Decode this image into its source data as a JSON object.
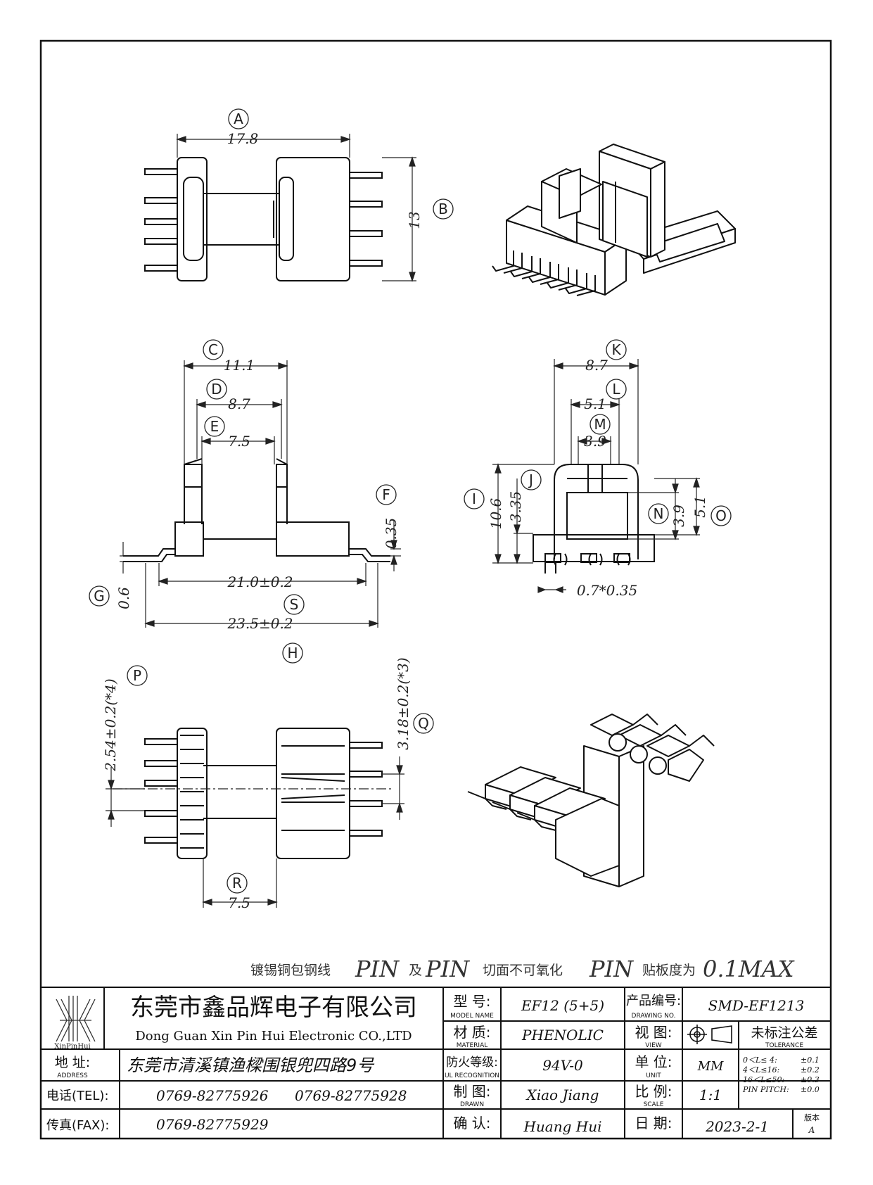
{
  "views": {
    "top": {
      "label_A": "A",
      "label_B": "B",
      "dim_width": "17.8",
      "dim_height": "13"
    },
    "front": {
      "label_C": "C",
      "label_D": "D",
      "label_E": "E",
      "label_F": "F",
      "label_G": "G",
      "label_S": "S",
      "label_H": "H",
      "dim_C": "11.1",
      "dim_D": "8.7",
      "dim_E": "7.5",
      "dim_F": "0.35",
      "dim_G": "0.6",
      "dim_S": "21.0±0.2",
      "dim_H": "23.5±0.2"
    },
    "side": {
      "label_K": "K",
      "label_L": "L",
      "label_M": "M",
      "label_I": "I",
      "label_J": "J",
      "label_N": "N",
      "label_O": "O",
      "dim_K": "8.7",
      "dim_L": "5.1",
      "dim_M": "3.9",
      "dim_I": "10.6",
      "dim_J": "3.35",
      "dim_N": "3.9",
      "dim_O": "5.1",
      "dim_pin": "0.7*0.35"
    },
    "bottom": {
      "label_P": "P",
      "label_Q": "Q",
      "label_R": "R",
      "dim_P": "2.54±0.2(*4)",
      "dim_Q": "3.18±0.2(*3)",
      "dim_R": "7.5"
    }
  },
  "notes": {
    "wire": "镀锡铜包钢线",
    "pin1": "PIN",
    "and": "及",
    "pin2": "PIN",
    "cut": "切面不可氧化",
    "pin3": "PIN",
    "flat": "贴板度为",
    "max": "0.1MAX"
  },
  "title_block": {
    "logo_text": "XinPinHui",
    "company_cn": "东莞市鑫品辉电子有限公司",
    "company_en": "Dong Guan Xin Pin Hui Electronic CO.,LTD",
    "address_cn": "地  址:",
    "address_en": "ADDRESS",
    "address_value": "东莞市清溪镇渔樑围银兜四路9号",
    "tel_label": "电话(TEL):",
    "tel1": "0769-82775926",
    "tel2": "0769-82775928",
    "fax_label": "传真(FAX):",
    "fax": "0769-82775929",
    "model_cn": "型  号:",
    "model_en": "MODEL NAME",
    "model_value": "EF12 (5+5)",
    "material_cn": "材  质:",
    "material_en": "MATERIAL",
    "material_value": "PHENOLIC",
    "ul_cn": "防火等级:",
    "ul_en": "UL RECOGNITION",
    "ul_value": "94V-0",
    "drawn_cn": "制  图:",
    "drawn_en": "DRAWN",
    "drawn_value": "Xiao Jiang",
    "confirm_cn": "确  认:",
    "confirm_value": "Huang Hui",
    "drawing_cn": "产品编号:",
    "drawing_en": "DRAWING NO.",
    "drawing_value": "SMD-EF1213",
    "view_cn": "视  图:",
    "view_en": "VIEW",
    "unit_cn": "单  位:",
    "unit_en": "UNIT",
    "unit_value": "MM",
    "scale_cn": "比  例:",
    "scale_en": "SCALE",
    "scale_value": "1:1",
    "date_cn": "日  期:",
    "date_value": "2023-2-1",
    "version_label": "版本",
    "version_value": "A",
    "tol_title": "未标注公差",
    "tol_en": "TOLERANCE",
    "tol_rows": [
      {
        "range": "0＜L≤ 4:",
        "value": "±0.1"
      },
      {
        "range": "4＜L≤16:",
        "value": "±0.2"
      },
      {
        "range": "16＜L≤50:",
        "value": "±0.3"
      },
      {
        "range": "PIN PITCH:",
        "value": "±0.0"
      }
    ]
  }
}
